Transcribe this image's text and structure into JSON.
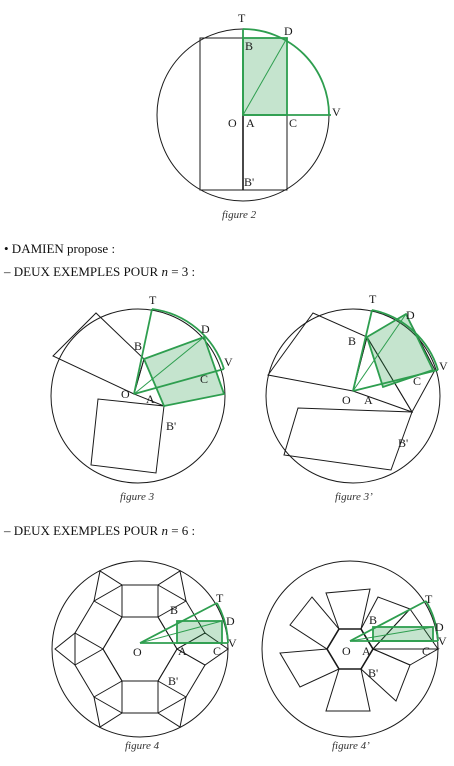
{
  "labels": {
    "fig2": {
      "T": "T",
      "B": "B",
      "D": "D",
      "O": "O",
      "A": "A",
      "C": "C",
      "V": "V",
      "Bp": "B'"
    },
    "fig3": {
      "T": "T",
      "D": "D",
      "B": "B",
      "V": "V",
      "C": "C",
      "O": "O",
      "A": "A",
      "Bp": "B'"
    },
    "fig3p": {
      "T": "T",
      "D": "D",
      "B": "B",
      "V": "V",
      "C": "C",
      "O": "O",
      "A": "A",
      "Bp": "B'"
    },
    "fig4": {
      "T": "T",
      "B": "B",
      "D": "D",
      "O": "O",
      "A": "A",
      "C": "C",
      "V": "V",
      "Bp": "B'"
    },
    "fig4p": {
      "T": "T",
      "B": "B",
      "D": "D",
      "O": "O",
      "A": "A",
      "C": "C",
      "V": "V",
      "Bp": "B'"
    }
  },
  "captions": {
    "fig2": "figure 2",
    "fig3": "figure 3",
    "fig3p": "figure 3’",
    "fig4": "figure 4",
    "fig4p": "figure 4’"
  },
  "text": {
    "damien": "• DAMIEN propose :",
    "n3_prefix": "– DEUX EXEMPLES POUR ",
    "n6_prefix": "– DEUX EXEMPLES POUR ",
    "n_var": "n",
    "n3_suffix": " = 3 :",
    "n6_suffix": " = 6 :"
  },
  "colors": {
    "green": "#2e9e4f",
    "fill": "rgba(46,158,79,0.28)",
    "ink": "#1a1a1a"
  }
}
